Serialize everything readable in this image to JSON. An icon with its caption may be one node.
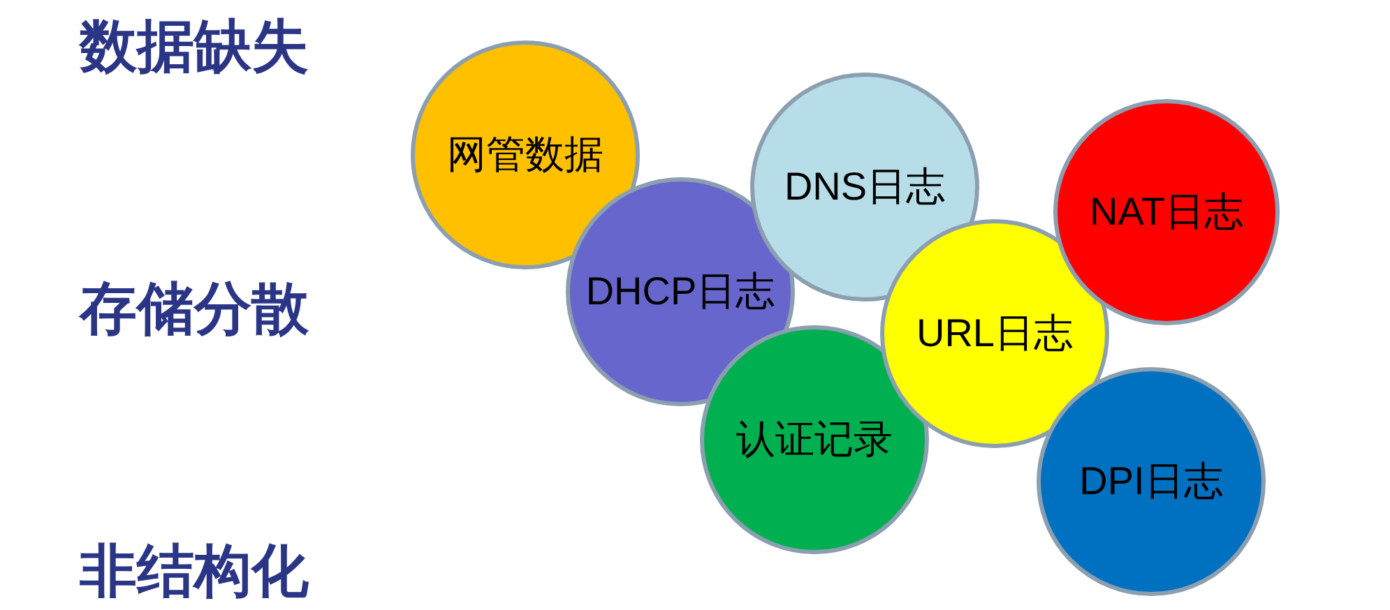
{
  "diagram": {
    "nodes": [
      {
        "text": [
          "网管数据"
        ]
      },
      {
        "text": [
          "DNS日志"
        ]
      },
      {
        "text": [
          "NAT日志"
        ]
      },
      {
        "text": [
          "DHCP日志"
        ]
      },
      {
        "text": [
          "URL日志"
        ]
      },
      {
        "text": [
          "认证记录"
        ]
      },
      {
        "text": [
          "DPI日志"
        ]
      }
    ],
    "labels": [
      "数据缺失",
      "存储分散",
      "非结构化"
    ]
  }
}
